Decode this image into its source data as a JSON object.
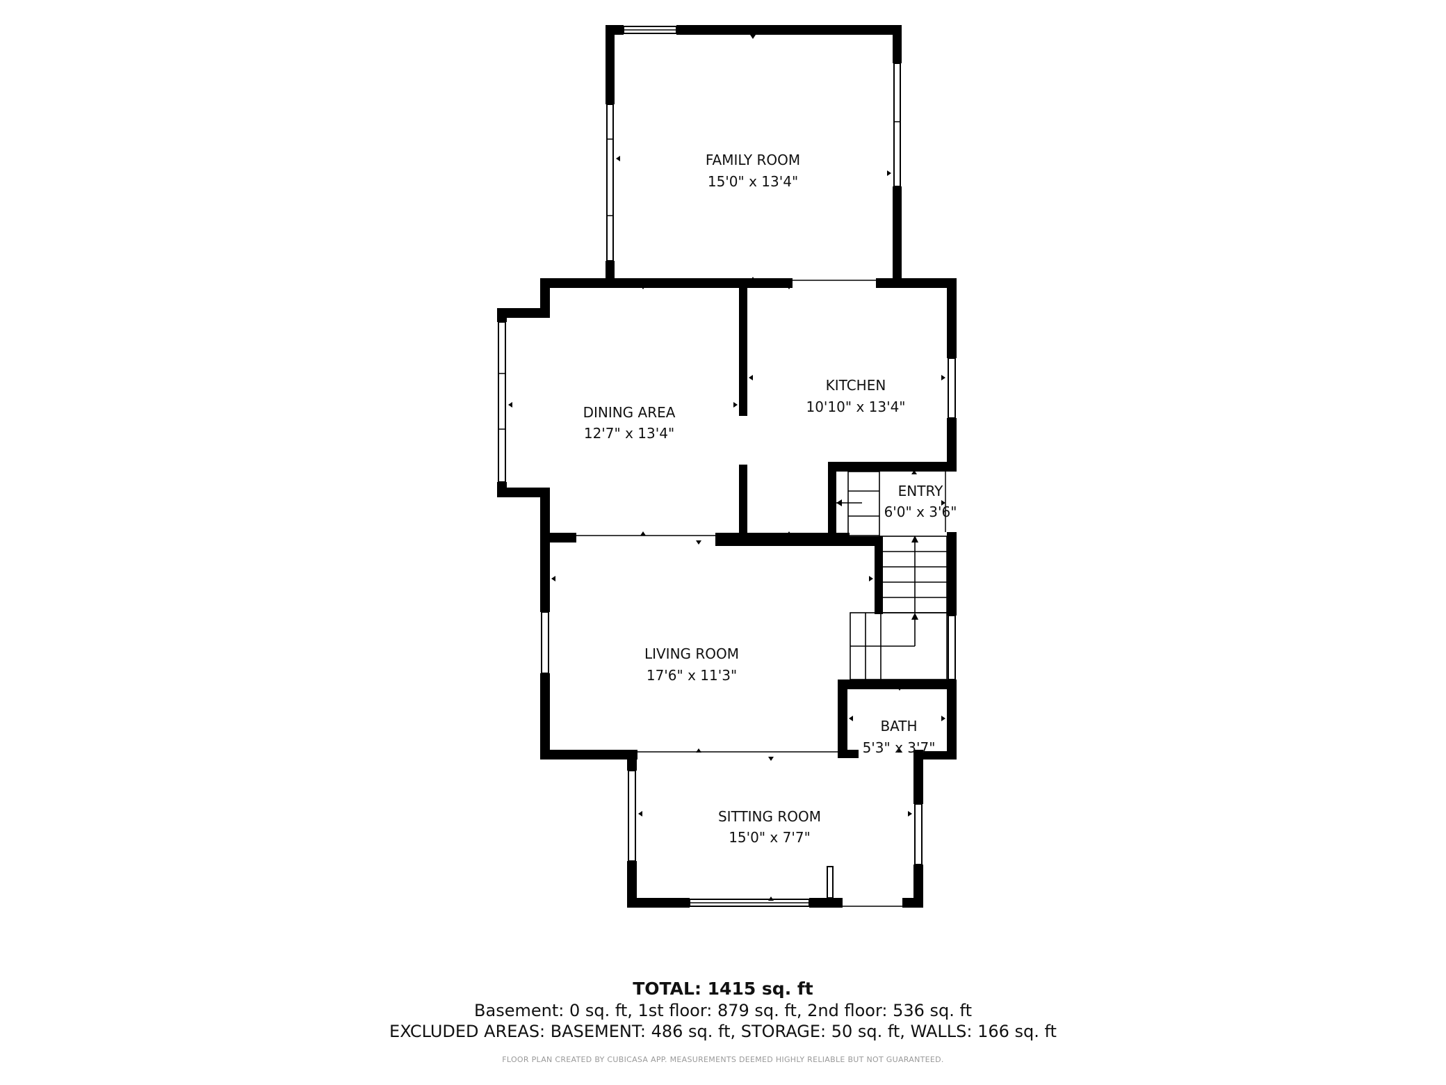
{
  "rooms": {
    "family_room": {
      "name": "FAMILY ROOM",
      "dims": "15'0\" x 13'4\""
    },
    "dining_area": {
      "name": "DINING AREA",
      "dims": "12'7\" x 13'4\""
    },
    "kitchen": {
      "name": "KITCHEN",
      "dims": "10'10\" x 13'4\""
    },
    "entry": {
      "name": "ENTRY",
      "dims": "6'0\" x 3'6\""
    },
    "living_room": {
      "name": "LIVING ROOM",
      "dims": "17'6\" x 11'3\""
    },
    "bath": {
      "name": "BATH",
      "dims": "5'3\" x 3'7\""
    },
    "sitting_room": {
      "name": "SITTING ROOM",
      "dims": "15'0\" x 7'7\""
    }
  },
  "summary": {
    "total": "TOTAL: 1415 sq. ft",
    "floors": "Basement: 0 sq. ft, 1st floor: 879 sq. ft, 2nd floor: 536 sq. ft",
    "excluded": "EXCLUDED AREAS: BASEMENT: 486 sq. ft, STORAGE: 50 sq. ft, WALLS: 166 sq. ft",
    "credit": "FLOOR PLAN CREATED BY CUBICASA APP. MEASUREMENTS DEEMED HIGHLY RELIABLE BUT NOT GUARANTEED."
  },
  "colors": {
    "walls": "#000000",
    "background": "#ffffff",
    "credit_text": "#999999"
  }
}
